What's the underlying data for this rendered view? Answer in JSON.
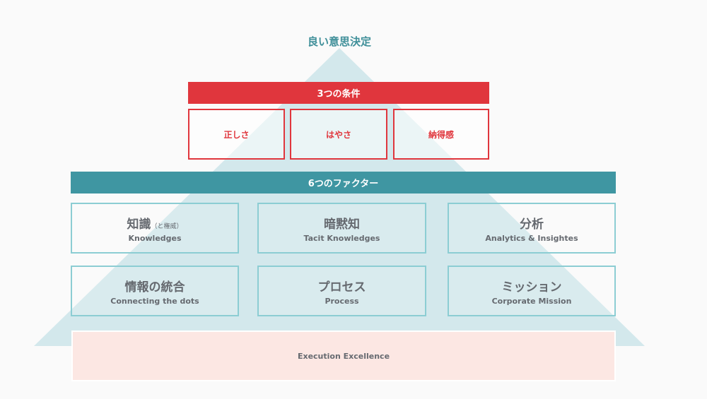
{
  "title": "良い意思決定",
  "conditions": {
    "header": "3つの条件",
    "items": [
      "正しさ",
      "はやさ",
      "納得感"
    ]
  },
  "factors": {
    "header": "6つのファクター",
    "items": [
      {
        "jp": "知識",
        "note": "（と権威）",
        "en": "Knowledges"
      },
      {
        "jp": "暗黙知",
        "note": "",
        "en": "Tacit Knowledges"
      },
      {
        "jp": "分析",
        "note": "",
        "en": "Analytics & Insightes"
      },
      {
        "jp": "情報の統合",
        "note": "",
        "en": "Connecting the dots"
      },
      {
        "jp": "プロセス",
        "note": "",
        "en": "Process"
      },
      {
        "jp": "ミッション",
        "note": "",
        "en": "Corporate Mission"
      }
    ]
  },
  "foundation": "Execution Excellence",
  "colors": {
    "red": "#e0363d",
    "teal": "#3f96a2",
    "triangle": "#d3e8ec",
    "foundation": "#fce7e3"
  }
}
